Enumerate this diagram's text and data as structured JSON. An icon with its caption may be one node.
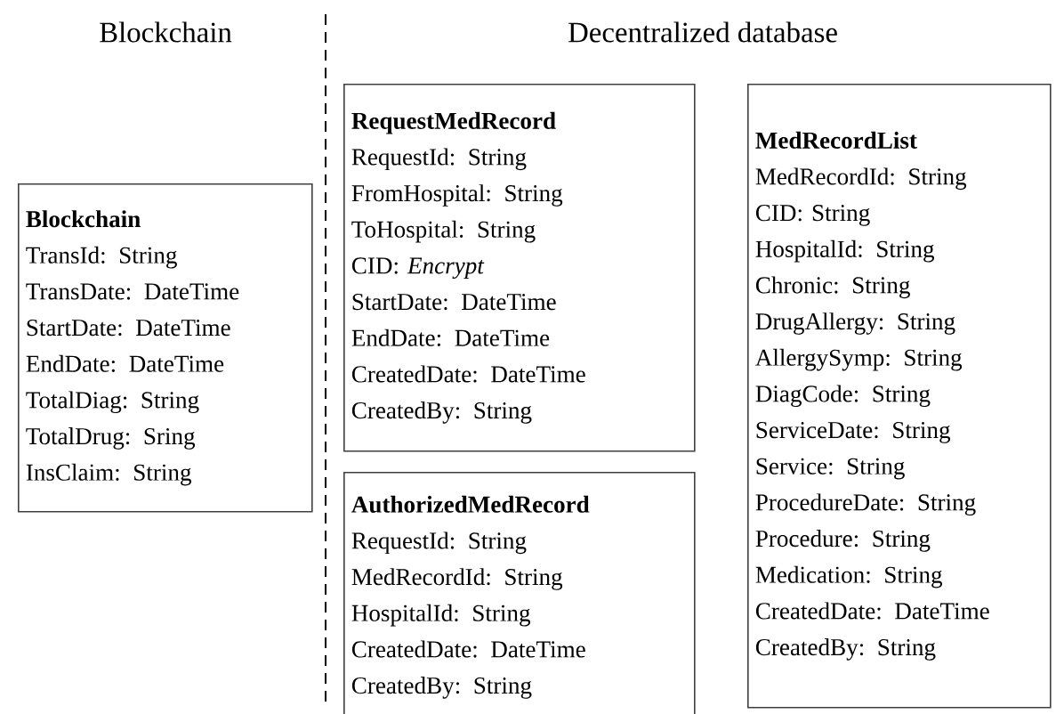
{
  "diagram": {
    "nodes": [
      {
        "text": [
          "Blockchain",
          "TransId: String",
          "TransDate: DateTime",
          "StartDate: DateTime",
          "EndDate: DateTime",
          "TotalDiag: String",
          "TotalDrug: Sring",
          "InsClaim: String"
        ]
      },
      {
        "text": [
          "RequestMedRecord",
          "RequestId: String",
          "FromHospital: String",
          "ToHospital: String",
          "CID: *Encrypt*",
          "StartDate: DateTime",
          "EndDate: DateTime",
          "CreatedDate: DateTime",
          "CreatedBy: String"
        ]
      },
      {
        "text": [
          "AuthorizedMedRecord",
          "RequestId: String",
          "MedRecordId: String",
          "HospitalId: String",
          "CreatedDate: DateTime",
          "CreatedBy: String"
        ]
      },
      {
        "text": [
          "MedRecordList",
          "MedRecordId: String",
          "CID: String",
          "HospitalId: String",
          "Chronic: String",
          "DrugAllergy: String",
          "AllergySymp: String",
          "DiagCode: String",
          "ServiceDate: String",
          "Service: String",
          "ProcedureDate: String",
          "Procedure: String",
          "Medication: String",
          "CreatedDate: DateTime",
          "CreatedBy: String"
        ]
      }
    ],
    "labels": [
      "Blockchain",
      "Decentralized database"
    ]
  }
}
